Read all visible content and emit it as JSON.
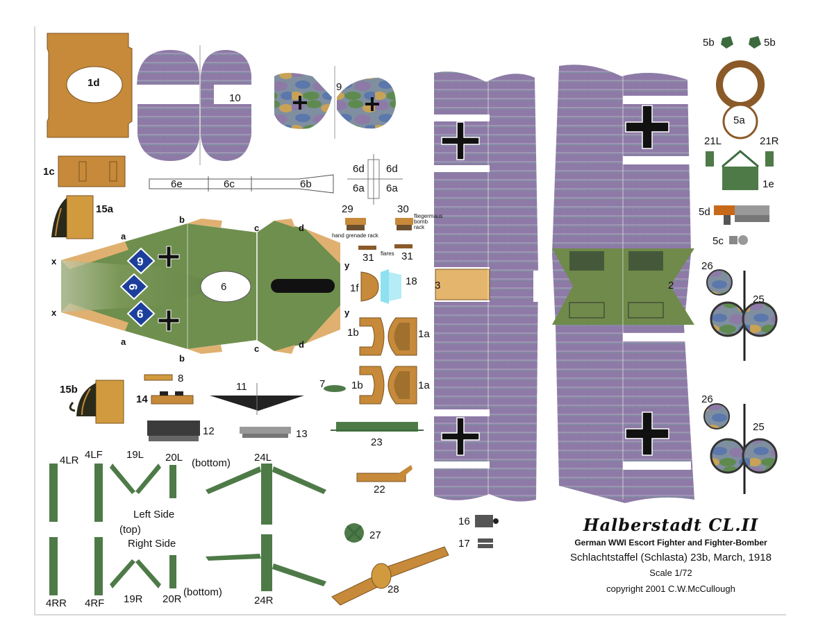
{
  "title": {
    "name": "Halberstadt CL.II",
    "subtitle": "German WWI Escort Fighter and Fighter-Bomber",
    "unit": "Schlachtstaffel (Schlasta) 23b, March, 1918",
    "scale": "Scale 1/72",
    "copyright": "copyright 2001 C.W.McCullough"
  },
  "labels": {
    "p1d": "1d",
    "p1c": "1c",
    "p15a": "15a",
    "p15b": "15b",
    "p10": "10",
    "p9": "9",
    "p6e": "6e",
    "p6c": "6c",
    "p6b": "6b",
    "p6d_l": "6d",
    "p6d_r": "6d",
    "p6a_l": "6a",
    "p6a_r": "6a",
    "p29": "29",
    "p30": "30",
    "p31_l": "31",
    "p31_r": "31",
    "hand_grenade": "hand grenade rack",
    "fliegermaus": "fliegermaus bomb rack",
    "flares": "flares",
    "fus_a_top": "a",
    "fus_b_top": "b",
    "fus_c_top": "c",
    "fus_d_top": "d",
    "fus_a_bot": "a",
    "fus_b_bot": "b",
    "fus_c_bot": "c",
    "fus_d_bot": "d",
    "fus_x_top": "x",
    "fus_x_bot": "x",
    "fus_y_top": "y",
    "fus_y_bot": "y",
    "p6": "6",
    "num6_top": "6",
    "num6_mid": "6",
    "num6_bot": "6",
    "p1f": "1f",
    "p18": "18",
    "p1b_top": "1b",
    "p1a_top": "1a",
    "p1b_bot": "1b",
    "p1a_bot": "1a",
    "p3": "3",
    "p2": "2",
    "p5b_l": "5b",
    "p5b_r": "5b",
    "p5a": "5a",
    "p21L": "21L",
    "p21R": "21R",
    "p1e": "1e",
    "p5d": "5d",
    "p5c": "5c",
    "p26_top": "26",
    "p25_top": "25",
    "p26_bot": "26",
    "p25_bot": "25",
    "p8": "8",
    "p14": "14",
    "p11": "11",
    "p7": "7",
    "p12": "12",
    "p13": "13",
    "p23": "23",
    "p4LR": "4LR",
    "p4LF": "4LF",
    "p19L": "19L",
    "p20L": "20L",
    "bottom_top": "(bottom)",
    "p24L": "24L",
    "left_side": "Left Side",
    "top": "(top)",
    "right_side": "Right Side",
    "p4RR": "4RR",
    "p4RF": "4RF",
    "p19R": "19R",
    "p20R": "20R",
    "bottom_bot": "(bottom)",
    "p24R": "24R",
    "p22": "22",
    "p27": "27",
    "p28": "28",
    "p16": "16",
    "p17": "17"
  },
  "colors": {
    "tan": "#c68a3a",
    "green": "#4e7a48",
    "dark_green": "#3d6b3f",
    "camo_green": "#6f8f4e",
    "camo_purple": "#8a7fa0",
    "camo_blue": "#5d7aa8",
    "blue_number": "#1d3f9c",
    "black": "#111111"
  }
}
